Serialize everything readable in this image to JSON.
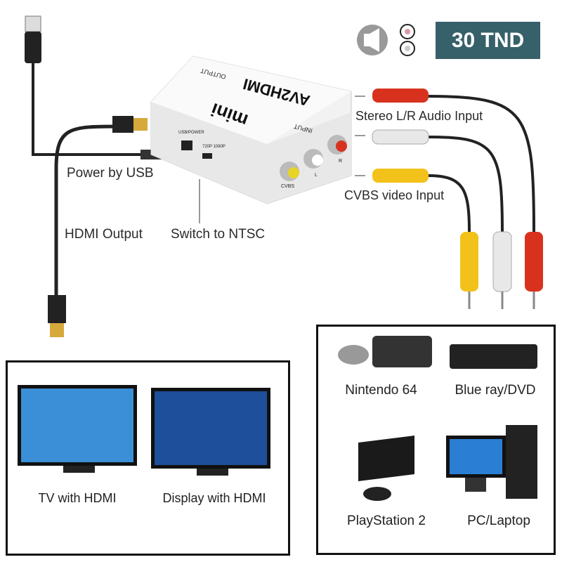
{
  "price_badge": {
    "text": "30 TND",
    "color": "#36606a"
  },
  "icons": [
    "speaker-icon",
    "rca-jack-icon"
  ],
  "device": {
    "brand_text": "AV2HDMI",
    "model_text": "mini",
    "port_labels": {
      "output": "OUTPUT",
      "input": "INPUT",
      "usb_power": "USB/POWER",
      "switch": "720P 1080P",
      "cvbs": "CVBS",
      "left": "L",
      "right": "R"
    }
  },
  "callouts": {
    "stereo_audio": "Stereo L/R Audio Input",
    "cvbs_video": "CVBS video Input",
    "power_usb": "Power by USB",
    "hdmi_output": "HDMI Output",
    "switch_ntsc": "Switch to NTSC"
  },
  "outputs_panel": {
    "items": [
      {
        "label": "TV with HDMI"
      },
      {
        "label": "Display with HDMI"
      }
    ]
  },
  "sources_panel": {
    "items": [
      {
        "label": "Nintendo 64"
      },
      {
        "label": "Blue ray/DVD"
      },
      {
        "label": "PlayStation 2"
      },
      {
        "label": "PC/Laptop"
      }
    ]
  },
  "colors": {
    "yellow": "#f2c21b",
    "white": "#e8e8e8",
    "red": "#d8321f"
  }
}
